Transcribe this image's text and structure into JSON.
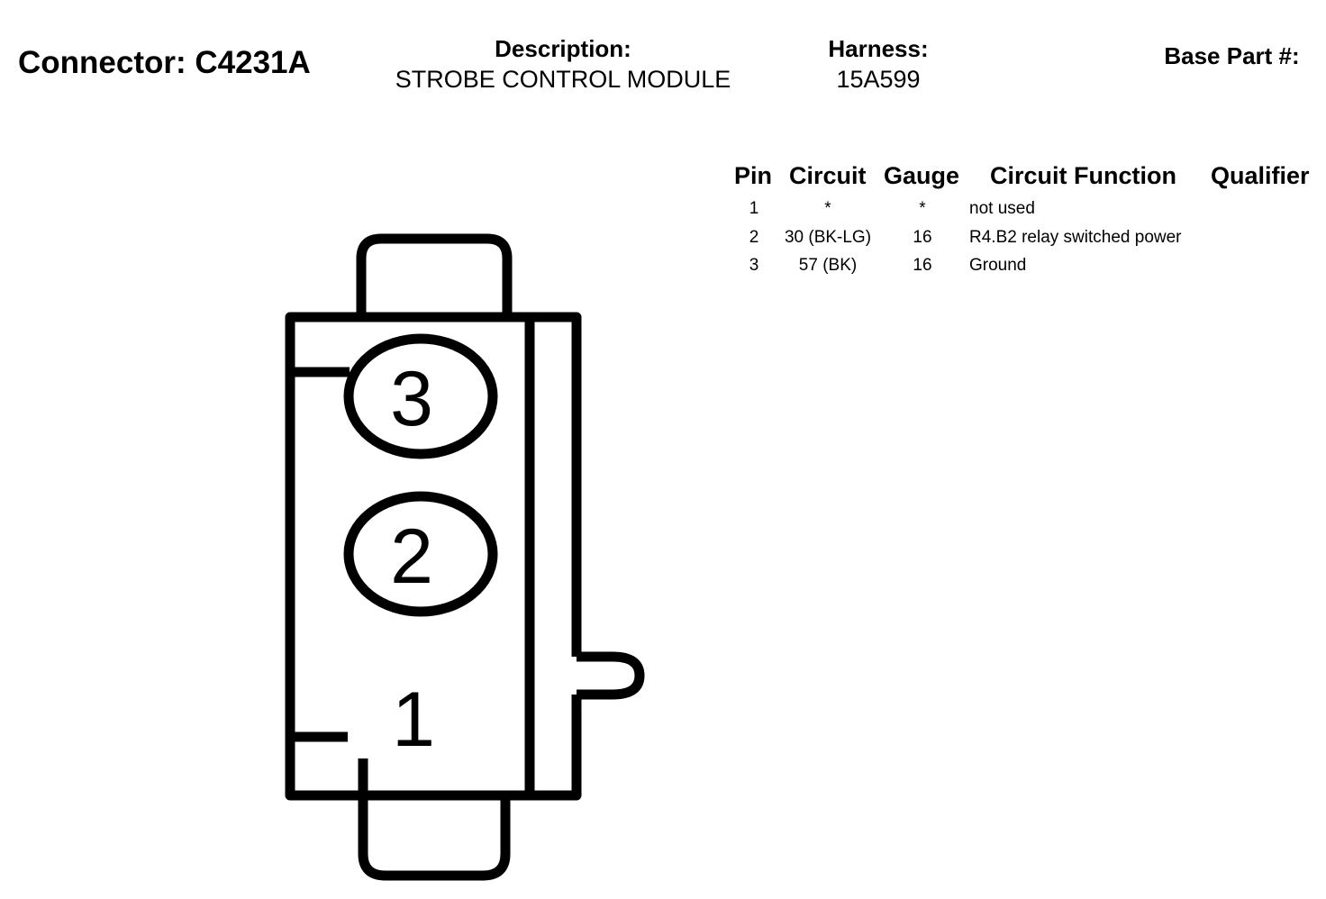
{
  "header": {
    "connector_title": "Connector: C4231A",
    "description_label": "Description:",
    "description_value": "STROBE CONTROL MODULE",
    "harness_label": "Harness:",
    "harness_value": "15A599",
    "base_part_label": "Base Part #:"
  },
  "pin_table": {
    "columns": [
      "Pin",
      "Circuit",
      "Gauge",
      "Circuit Function",
      "Qualifier"
    ],
    "rows": [
      {
        "pin": "1",
        "circuit": "*",
        "gauge": "*",
        "function": "not used",
        "qualifier": ""
      },
      {
        "pin": "2",
        "circuit": "30 (BK-LG)",
        "gauge": "16",
        "function": "R4.B2 relay switched power",
        "qualifier": ""
      },
      {
        "pin": "3",
        "circuit": "57 (BK)",
        "gauge": "16",
        "function": "Ground",
        "qualifier": ""
      }
    ]
  },
  "diagram": {
    "pin_labels": [
      "1",
      "2",
      "3"
    ],
    "line_color": "#000000",
    "background_color": "#ffffff"
  }
}
